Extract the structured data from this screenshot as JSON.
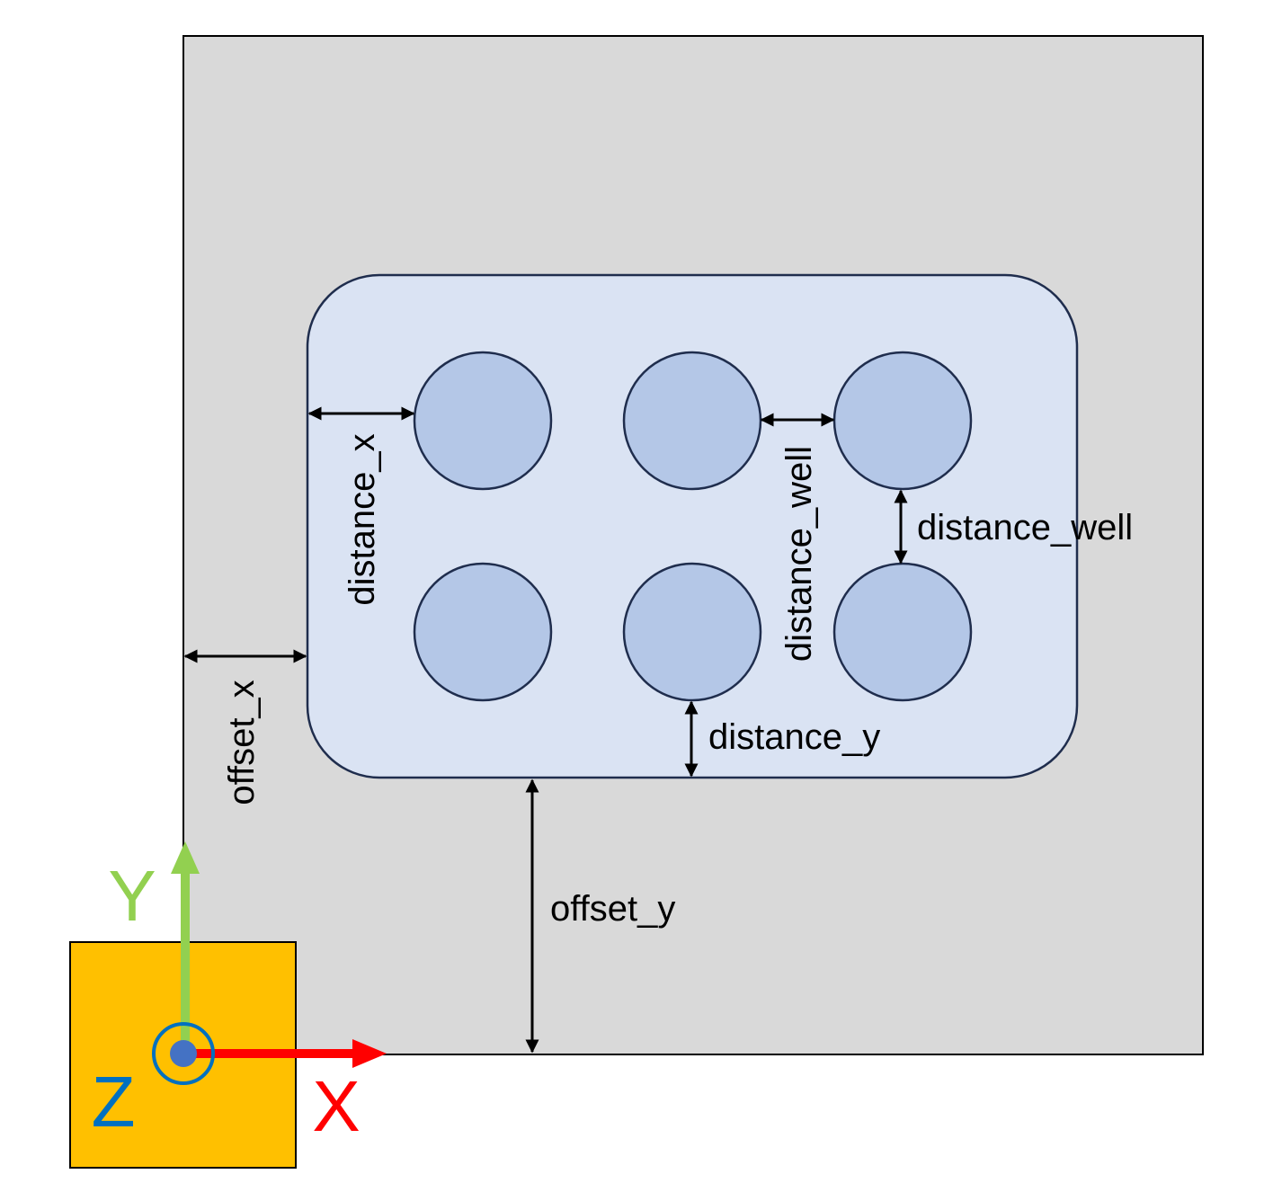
{
  "colors": {
    "plate_fill": "#d9d9d9",
    "plate_stroke": "#000000",
    "well_block_fill": "#dae3f3",
    "well_block_stroke": "#1f2d4d",
    "well_fill": "#b4c7e7",
    "well_stroke": "#1f2d4d",
    "origin_box_fill": "#ffc000",
    "x_axis_color": "#ff0000",
    "y_axis_color": "#92d050",
    "z_axis_color": "#0070c0",
    "origin_dot_color": "#4472c4",
    "dimension_arrow_color": "#000000"
  },
  "labels": {
    "distance_x": "distance_x",
    "distance_well_vertical_text": "distance_well",
    "distance_well_horizontal_text": "distance_well",
    "offset_x": "offset_x",
    "distance_y": "distance_y",
    "offset_y": "offset_y"
  },
  "axes": {
    "x": "X",
    "y": "Y",
    "z": "Z"
  },
  "wells": {
    "rows": 2,
    "columns": 3
  }
}
